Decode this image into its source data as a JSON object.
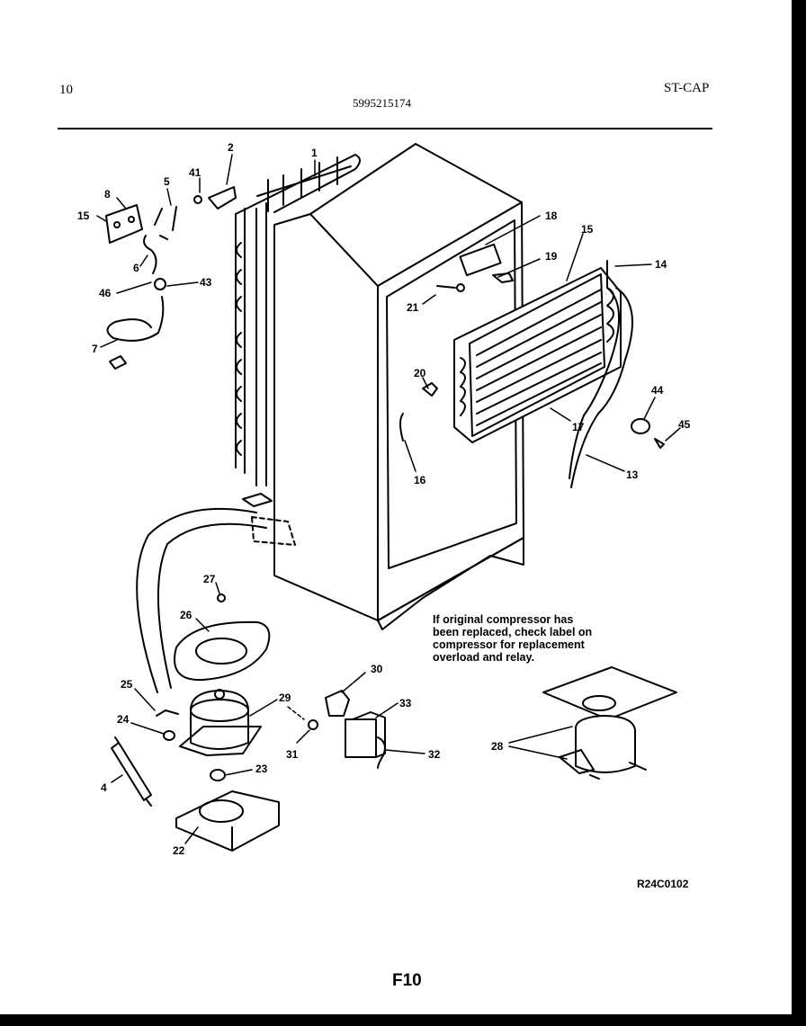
{
  "header": {
    "page_number": "10",
    "part_number": "5995215174",
    "model_code": "ST-CAP"
  },
  "callouts": [
    "1",
    "2",
    "41",
    "8",
    "5",
    "15",
    "6",
    "46",
    "43",
    "7",
    "18",
    "15",
    "19",
    "14",
    "21",
    "20",
    "44",
    "45",
    "17",
    "13",
    "16",
    "27",
    "26",
    "25",
    "29",
    "24",
    "4",
    "23",
    "22",
    "30",
    "33",
    "31",
    "32",
    "28"
  ],
  "note": {
    "lines": [
      "If original compressor has",
      "been replaced, check label on",
      "compressor for replacement",
      "overload and relay."
    ]
  },
  "footer": {
    "ref_code": "R24C0102",
    "page_code": "F10"
  }
}
